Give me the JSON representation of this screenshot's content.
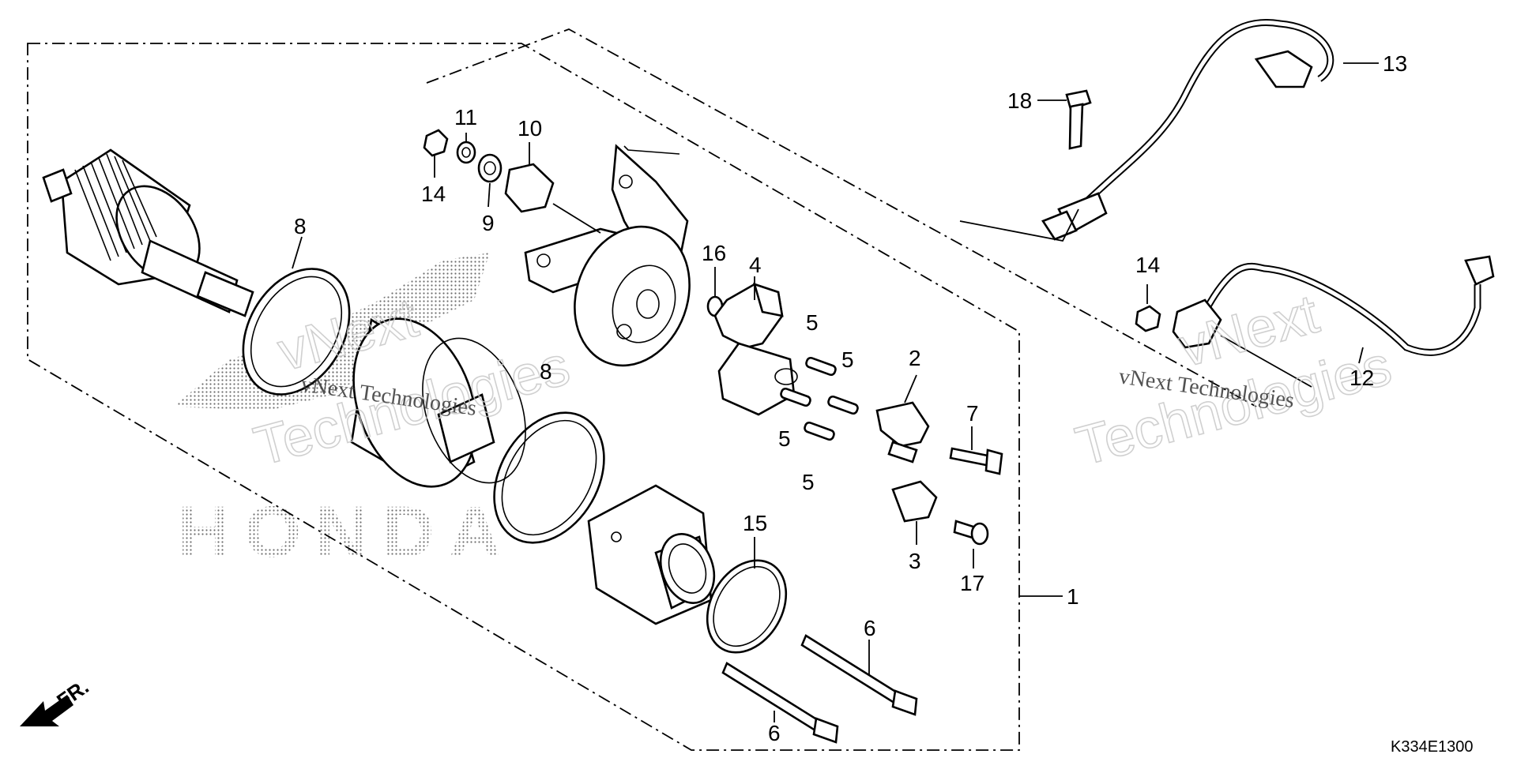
{
  "callouts": {
    "p1": "1",
    "p2": "2",
    "p3": "3",
    "p4": "4",
    "p5a": "5",
    "p5b": "5",
    "p5c": "5",
    "p5d": "5",
    "p6a": "6",
    "p6b": "6",
    "p7": "7",
    "p8a": "8",
    "p8b": "8",
    "p9": "9",
    "p10": "10",
    "p11": "11",
    "p12": "12",
    "p13": "13",
    "p14a": "14",
    "p14b": "14",
    "p15": "15",
    "p16": "16",
    "p17": "17",
    "p18": "18"
  },
  "watermark": {
    "line1": "vNext",
    "line2": "Technologies",
    "full": "vNext Technologies",
    "brand": "HONDA"
  },
  "direction_label": "FR.",
  "diagram_code": "K334E1300"
}
